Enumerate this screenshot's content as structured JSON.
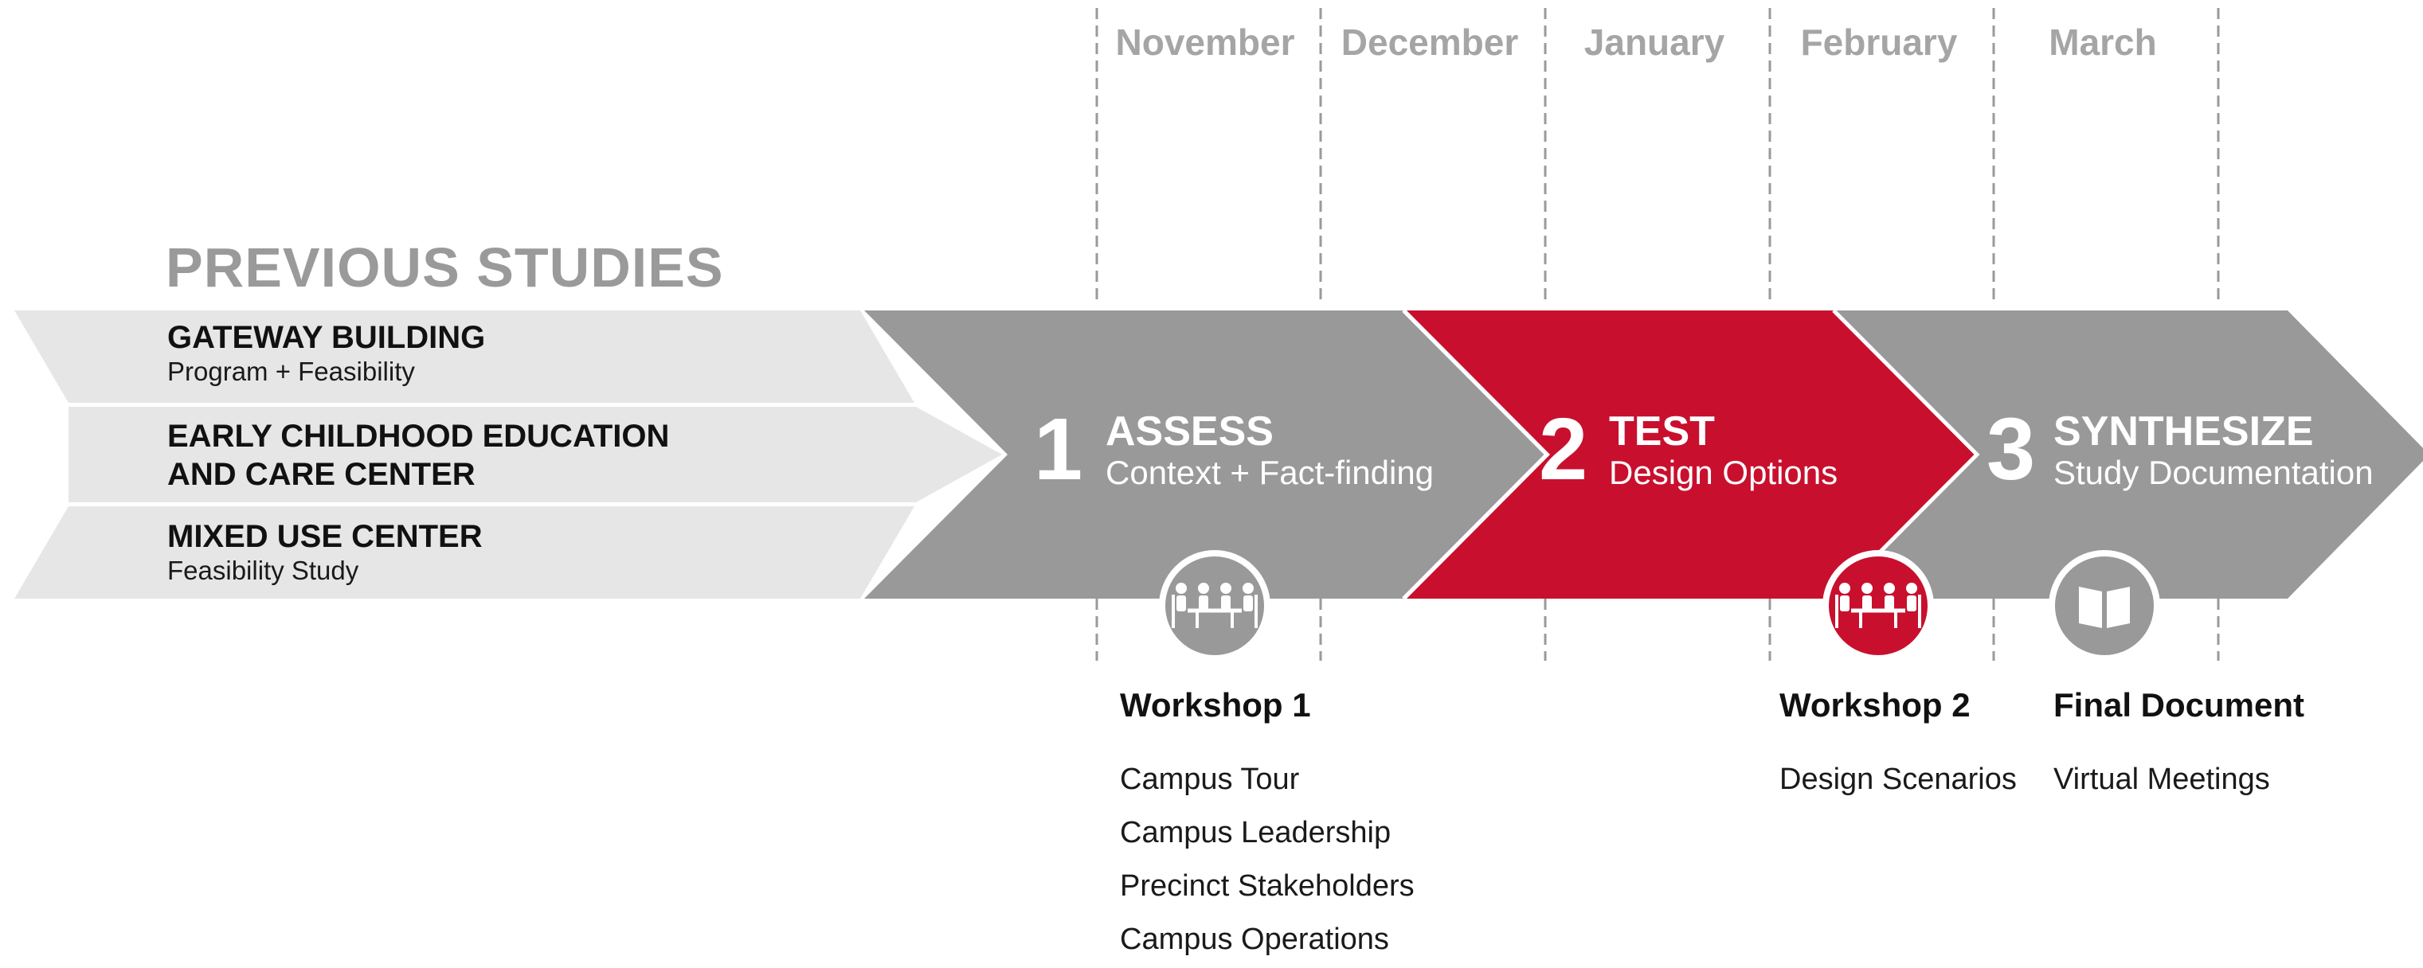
{
  "timeline": {
    "months": [
      "November",
      "December",
      "January",
      "February",
      "March"
    ]
  },
  "previous_studies": {
    "heading": "PREVIOUS STUDIES",
    "items": [
      {
        "title_lines": [
          "GATEWAY BUILDING"
        ],
        "subtitle": "Program + Feasibility"
      },
      {
        "title_lines": [
          "EARLY CHILDHOOD EDUCATION",
          "AND CARE CENTER"
        ],
        "subtitle": ""
      },
      {
        "title_lines": [
          "MIXED USE CENTER"
        ],
        "subtitle": "Feasibility Study"
      }
    ]
  },
  "phases": [
    {
      "number": "1",
      "title": "ASSESS",
      "subtitle": "Context + Fact-finding",
      "color": "#999999"
    },
    {
      "number": "2",
      "title": "TEST",
      "subtitle": "Design Options",
      "color": "#c8102e"
    },
    {
      "number": "3",
      "title": "SYNTHESIZE",
      "subtitle": "Study Documentation",
      "color": "#999999"
    }
  ],
  "events": [
    {
      "title": "Workshop 1",
      "icon": "meeting-icon",
      "color": "#999999",
      "items": [
        "Campus Tour",
        "Campus Leadership",
        "Precinct Stakeholders",
        "Campus Operations"
      ]
    },
    {
      "title": "Workshop 2",
      "icon": "meeting-icon",
      "color": "#c8102e",
      "items": [
        "Design Scenarios"
      ]
    },
    {
      "title": "Final Document",
      "icon": "book-icon",
      "color": "#999999",
      "items": [
        "Virtual Meetings"
      ]
    }
  ],
  "colors": {
    "gray": "#999999",
    "light_gray": "#e6e6e6",
    "red": "#c8102e",
    "month_text": "#a5a5a5",
    "divider": "#9a9a9a"
  }
}
